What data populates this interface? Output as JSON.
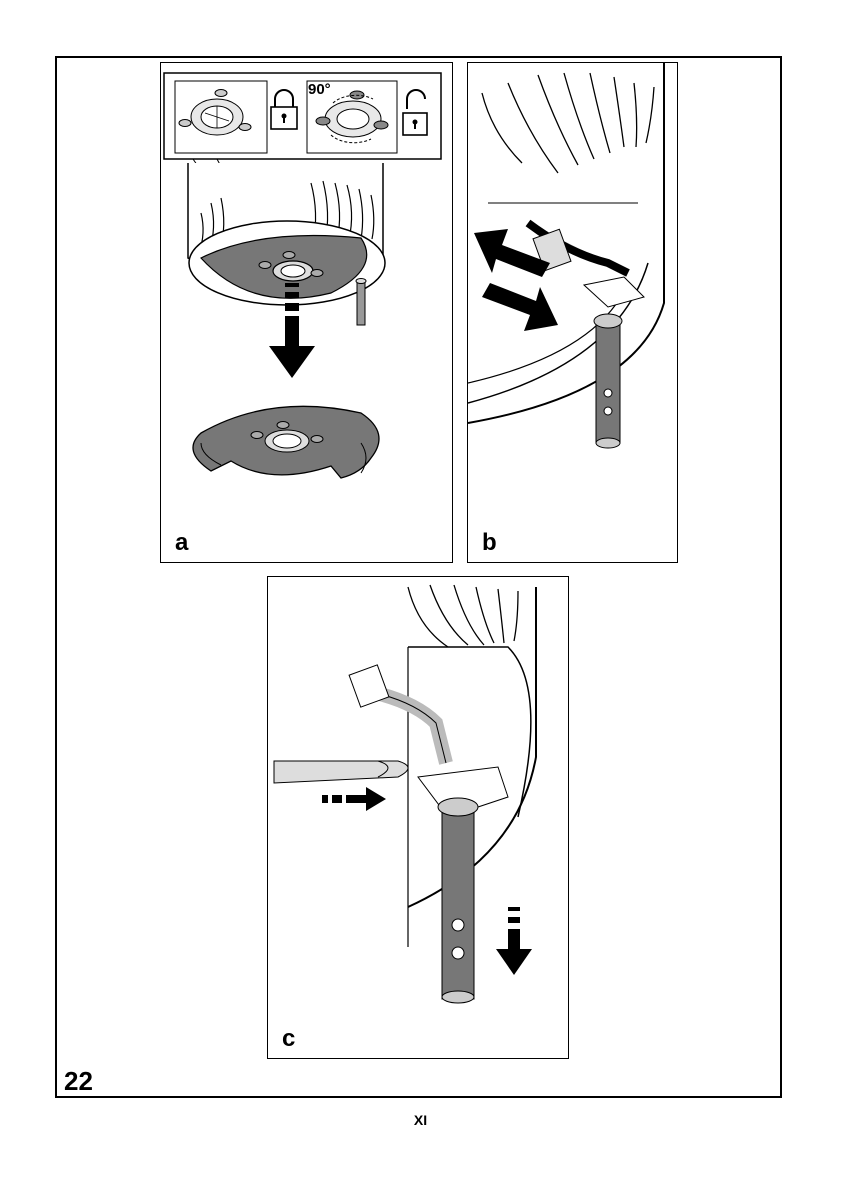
{
  "figure": {
    "number": "22"
  },
  "page": {
    "number": "XI"
  },
  "panels": {
    "a": {
      "label": "a",
      "rotation_text": "90°"
    },
    "b": {
      "label": "b"
    },
    "c": {
      "label": "c"
    }
  },
  "icons": [
    "lock-closed-icon",
    "lock-open-icon",
    "arrow-down-icon",
    "double-arrow-icon",
    "arrow-right-icon"
  ]
}
